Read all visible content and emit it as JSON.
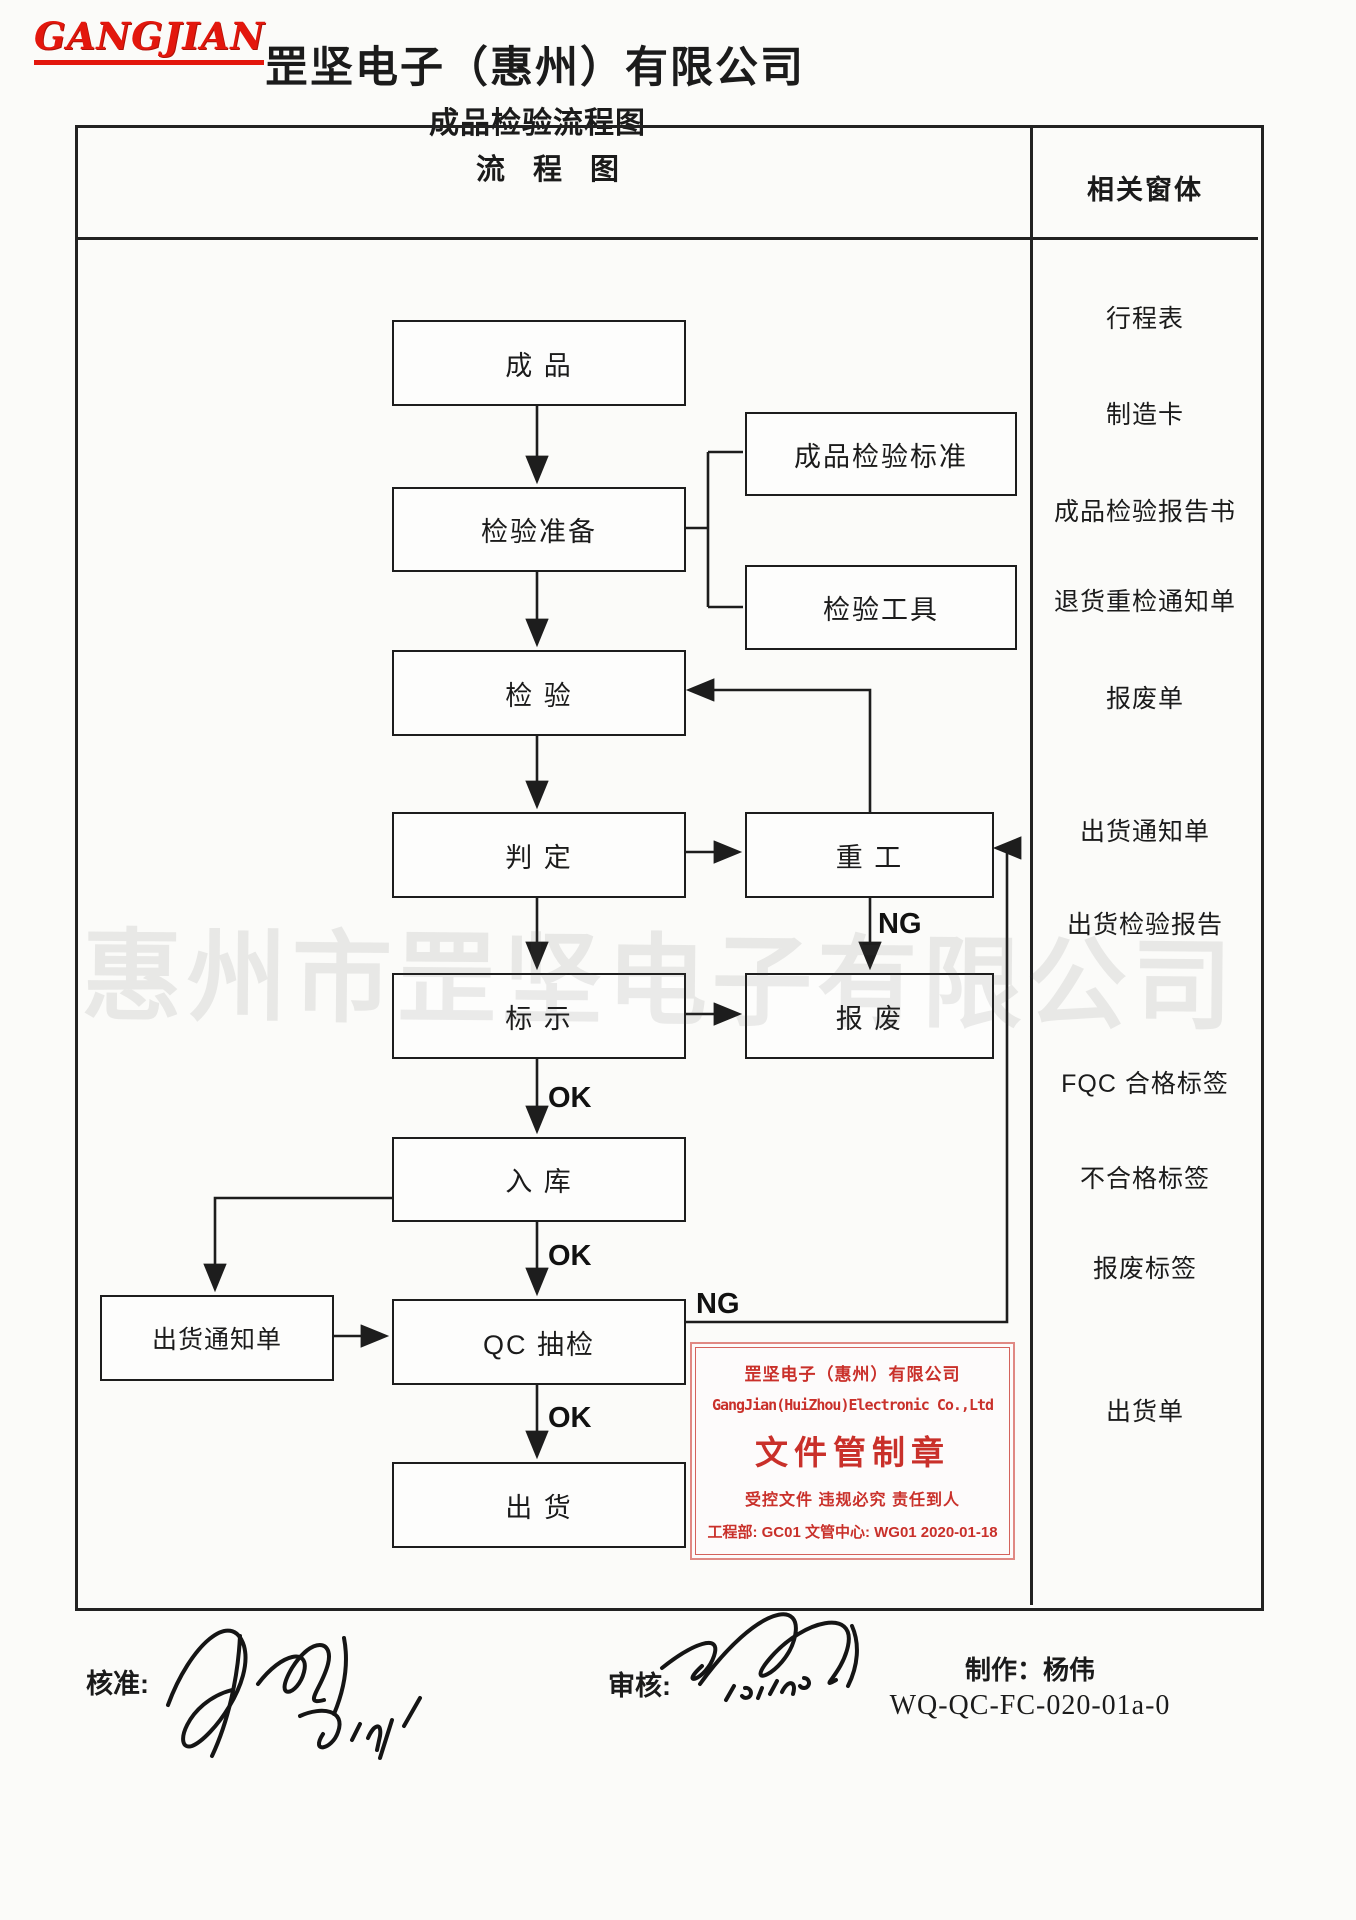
{
  "header": {
    "logo": "GANGJIAN",
    "company_title": "罡坚电子（惠州）有限公司",
    "doc_title": "成品检验流程图"
  },
  "table": {
    "left_header": "流 程 图",
    "right_header": "相关窗体"
  },
  "flowchart": {
    "nodes": [
      {
        "label": "成  品"
      },
      {
        "label": "检验准备"
      },
      {
        "label": "检  验"
      },
      {
        "label": "判  定"
      },
      {
        "label": "标  示"
      },
      {
        "label": "入  库"
      },
      {
        "label": "QC 抽检"
      },
      {
        "label": "出  货"
      },
      {
        "label": "成品检验标准"
      },
      {
        "label": "检验工具"
      },
      {
        "label": "重  工"
      },
      {
        "label": "报  废"
      },
      {
        "label": "出货通知单"
      }
    ],
    "edge_labels": {
      "ok": "OK",
      "ng": "NG"
    }
  },
  "related_forms": {
    "items": [
      "行程表",
      "制造卡",
      "成品检验报告书",
      "退货重检通知单",
      "报废单",
      "出货通知单",
      "出货检验报告",
      "FQC 合格标签",
      "不合格标签",
      "报废标签",
      "出货单"
    ]
  },
  "stamp": {
    "company_cn": "罡坚电子（惠州）有限公司",
    "company_en": "GangJian(HuiZhou)Electronic Co.,Ltd",
    "title": "文件管制章",
    "slogan": "受控文件 违规必究 责任到人",
    "footer": "工程部: GC01 文管中心: WG01  2020-01-18"
  },
  "watermark": "惠州市罡坚电子有限公司",
  "footer": {
    "approve_label": "核准:",
    "review_label": "审核:",
    "maker_label": "制作：杨伟",
    "doc_number": "WQ-QC-FC-020-01a-0"
  },
  "colors": {
    "logo_red": "#e3170d",
    "stamp_red": "#c9302a",
    "line_black": "#1d1d1d"
  }
}
